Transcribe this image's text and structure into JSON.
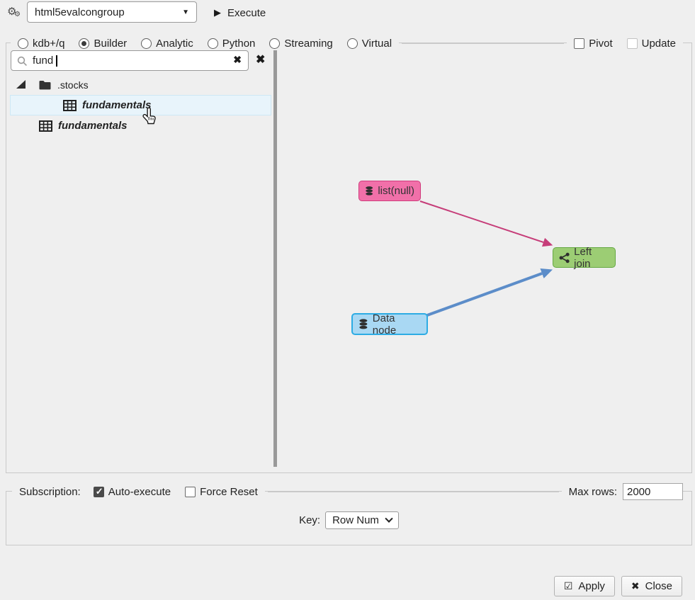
{
  "icons": {
    "gear": "⚙",
    "play": "▶",
    "caret_down": "▼",
    "clear": "✖",
    "apply_check": "☑",
    "close_x": "✖"
  },
  "toolbar": {
    "connection_value": "html5evalcongroup",
    "execute_label": "Execute"
  },
  "modes": {
    "items": [
      {
        "label": "kdb+/q",
        "selected": false
      },
      {
        "label": "Builder",
        "selected": true
      },
      {
        "label": "Analytic",
        "selected": false
      },
      {
        "label": "Python",
        "selected": false
      },
      {
        "label": "Streaming",
        "selected": false
      },
      {
        "label": "Virtual",
        "selected": false
      }
    ],
    "pivot_label": "Pivot",
    "pivot_checked": false,
    "update_label": "Update",
    "update_checked": false,
    "update_disabled": true
  },
  "explorer": {
    "search_value": "fund",
    "tree": [
      {
        "type": "folder",
        "label": ".stocks",
        "expanded": true,
        "selected": false
      },
      {
        "type": "table",
        "label": "fundamentals",
        "selected": true
      },
      {
        "type": "table",
        "label": "fundamentals",
        "selected": false
      }
    ]
  },
  "graph": {
    "nodes": [
      {
        "label": "list(null)",
        "icon": "database-icon",
        "fill": "#f170a9",
        "border": "#cf3c7c"
      },
      {
        "label": "Left join",
        "icon": "share-join-icon",
        "fill": "#9ccd74",
        "border": "#66a844"
      },
      {
        "label": "Data node",
        "icon": "database-icon",
        "fill": "#a9d8f3",
        "border": "#2dace4"
      }
    ],
    "edges": [
      {
        "from": "list(null)",
        "to": "Left join",
        "color": "#c63d79"
      },
      {
        "from": "Data node",
        "to": "Left join",
        "color": "#5c8dc9"
      }
    ]
  },
  "subscription": {
    "legend": "Subscription:",
    "auto_execute_label": "Auto-execute",
    "auto_execute_checked": true,
    "force_reset_label": "Force Reset",
    "force_reset_checked": false,
    "max_rows_label": "Max rows:",
    "max_rows_value": "2000",
    "key_label": "Key:",
    "key_value": "Row Num"
  },
  "footer": {
    "apply_label": "Apply",
    "close_label": "Close"
  }
}
